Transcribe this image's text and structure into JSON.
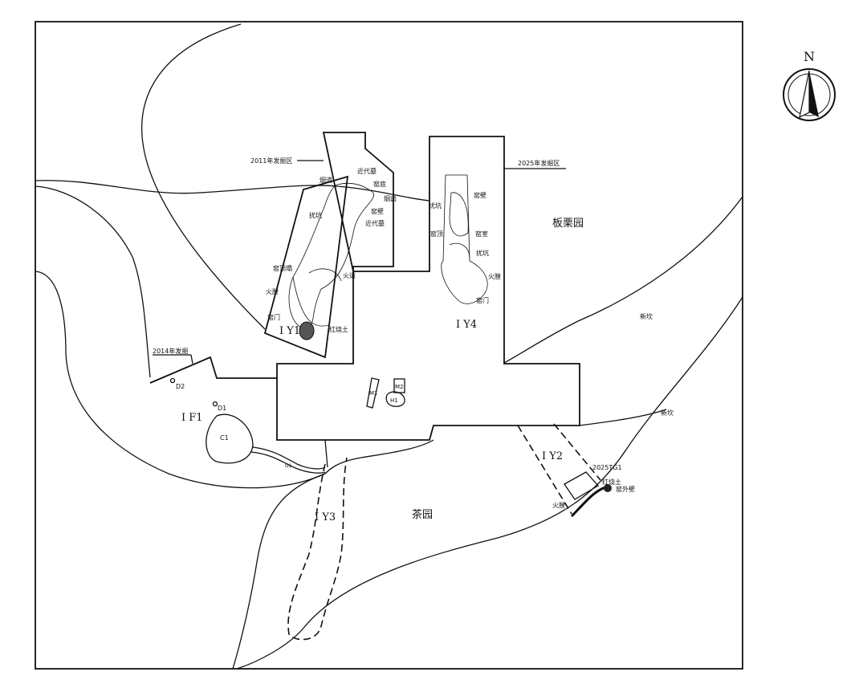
{
  "compass": {
    "north_label": "N"
  },
  "areas": {
    "chestnut_garden": "板栗园",
    "tea_garden": "茶园",
    "slope_1": "新坎",
    "slope_2": "新坎"
  },
  "excavation_zones": {
    "zone_2011": "2011年发掘区",
    "zone_2025": "2025年发掘区",
    "zone_2014": "2014年发掘"
  },
  "features": {
    "IY1": "I Y1",
    "IY2": "I Y2",
    "IY3": "I Y3",
    "IY4": "I Y4",
    "IF1": "I F1",
    "D1": "D1",
    "D2": "D2",
    "C1": "C1",
    "M1": "M1",
    "M2": "M2",
    "H1": "H1",
    "G1": "G1",
    "TG1": "2025TG1"
  },
  "y1_labels": [
    "近代墓",
    "烟道",
    "窑底",
    "烟囱",
    "窑壁",
    "扰坑",
    "近代墓",
    "窑顶塌",
    "火道",
    "火膛",
    "窑门",
    "红烧土"
  ],
  "y4_labels": [
    "窑壁",
    "扰坑",
    "窑顶",
    "窑室",
    "扰坑",
    "火膛",
    "窑门"
  ],
  "y2_labels": [
    "红烧土",
    "窑外壁",
    "火膛"
  ]
}
